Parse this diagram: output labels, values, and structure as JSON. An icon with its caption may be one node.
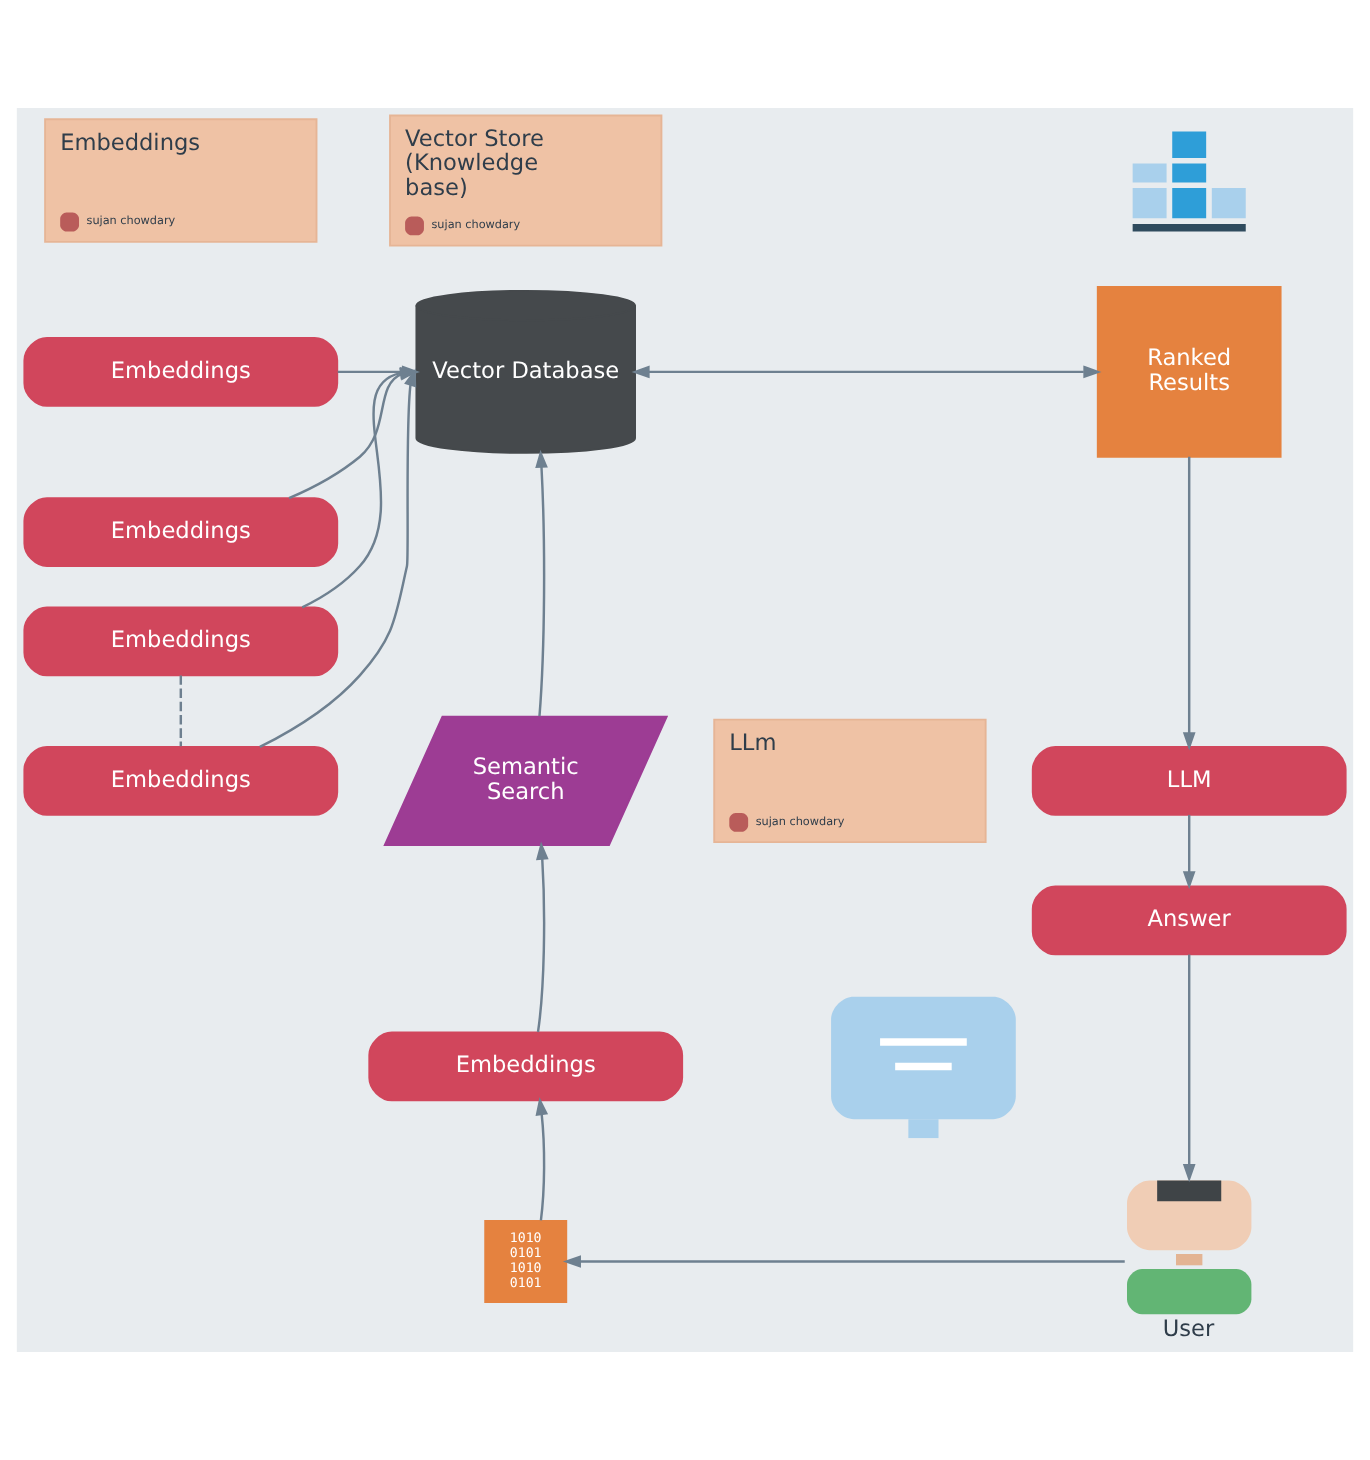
{
  "diagram": {
    "nodes": [
      {
        "text": [
          "Embeddings",
          "sujan chowdary"
        ]
      },
      {
        "text": [
          "Vector Store (Knowledge base)",
          "sujan chowdary"
        ]
      },
      {
        "text": [],
        "shape": "picture"
      },
      {
        "text": [
          "Embeddings"
        ]
      },
      {
        "text": [
          "Embeddings"
        ]
      },
      {
        "text": [
          "Embeddings"
        ]
      },
      {
        "text": [
          "Embeddings"
        ]
      },
      {
        "text": [
          "Vector Database"
        ]
      },
      {
        "text": [
          "Ranked Results"
        ]
      },
      {
        "text": [
          "Semantic Search"
        ]
      },
      {
        "text": [
          "LLm",
          "sujan chowdary"
        ]
      },
      {
        "text": [
          "LLM"
        ]
      },
      {
        "text": [
          "Answer"
        ]
      },
      {
        "text": [
          "Embeddings"
        ]
      },
      {
        "text": [],
        "shape": "picture"
      },
      {
        "text": [
          "1010 0101 1010 0101"
        ]
      },
      {
        "text": [
          "User"
        ]
      }
    ],
    "edges": [
      {
        "from": 3,
        "to": 7,
        "arrow": "to"
      },
      {
        "from": 4,
        "to": 7,
        "arrow": "to"
      },
      {
        "from": 5,
        "to": 7,
        "arrow": "to"
      },
      {
        "from": 6,
        "to": 7,
        "arrow": "to"
      },
      {
        "from": 5,
        "to": 6,
        "arrow": "none",
        "style": "dashed"
      },
      {
        "from": 7,
        "to": 8,
        "arrow": "both"
      },
      {
        "from": 8,
        "to": 11,
        "arrow": "to"
      },
      {
        "from": 11,
        "to": 12,
        "arrow": "to"
      },
      {
        "from": 12,
        "to": 16,
        "arrow": "to"
      },
      {
        "from": 16,
        "to": 15,
        "arrow": "to"
      },
      {
        "from": 15,
        "to": 13,
        "arrow": "to"
      },
      {
        "from": 13,
        "to": 9,
        "arrow": "to"
      },
      {
        "from": 9,
        "to": 7,
        "arrow": "to"
      }
    ]
  }
}
